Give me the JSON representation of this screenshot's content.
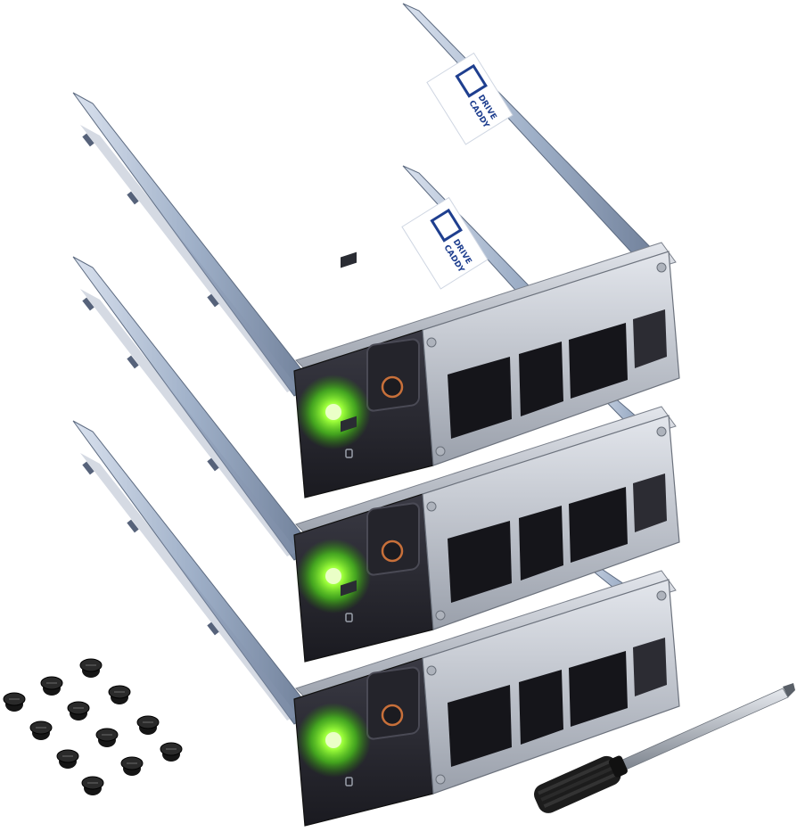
{
  "product": {
    "brand_label_line1": "DRIVE",
    "brand_label_line2": "CADDY",
    "caddy_count": 3,
    "screw_count": 12,
    "led_color": "#7CFF2E"
  },
  "colors": {
    "bezel": "#2b2b33",
    "bezel_dark": "#1a1a20",
    "rail": "#9fb0c8",
    "rail_dark": "#6f7f99",
    "tray_silver": "#c4c8d2",
    "brand_blue": "#1f3f8f",
    "screw": "#151515",
    "screwdriver": "#1c1c1c",
    "shaft": "#a7adb6",
    "button_ring": "#c8703a"
  }
}
